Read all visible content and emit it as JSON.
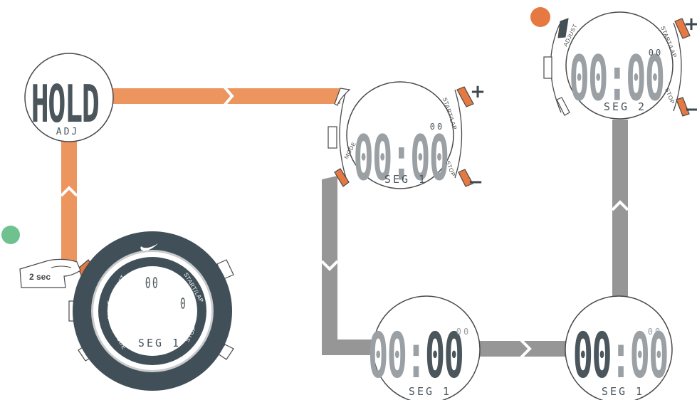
{
  "colors": {
    "orange_path": "#ec955e",
    "gray_path": "#969696",
    "button_orange": "#e57941",
    "dark_button": "#445058",
    "dark_bezel": "#415058",
    "outline": "#4a4a4a",
    "lcd_dark": "#4a555c",
    "lcd_light": "#9aa0a4",
    "green_dot": "#6fc190",
    "orange_dot": "#e57941"
  },
  "hold_screen": {
    "main": "HOLD",
    "sub": "ADJ"
  },
  "watch_main": {
    "logo": "nike-swoosh",
    "top_digits": "00",
    "mid_digit": "0",
    "seg_text": "SEG 1",
    "labels": {
      "adjust": "ADJUST",
      "start_lap": "START/LAP",
      "light": "LIGHT",
      "mode": "MODE",
      "stop": "STOP"
    },
    "callout": "2 sec"
  },
  "screen_seg1_adjust": {
    "digits": "00:00",
    "sup": "00",
    "seg": "SEG 1",
    "labels": {
      "start_lap": "START/LAP",
      "stop": "STOP",
      "mode": "MODE"
    },
    "plus": "+",
    "minus": "−"
  },
  "screen_seg2_adjust": {
    "digits": "00:00",
    "sup": "00",
    "seg": "SEG 2",
    "labels": {
      "adjust": "ADJUST",
      "start_lap": "START/LAP",
      "stop": "STOP"
    },
    "plus": "+",
    "minus": "−"
  },
  "screen_bottom_a": {
    "digits_left": "00:",
    "digits_right": "00",
    "sup": "00",
    "seg": "SEG 1"
  },
  "screen_bottom_b": {
    "digits_left": "00",
    "digits_right": ":00",
    "sup": "00",
    "seg": "SEG 1"
  },
  "icons": [
    "chevron-right-icon",
    "chevron-up-icon",
    "chevron-down-icon",
    "finger-press-icon",
    "nike-swoosh-logo"
  ]
}
